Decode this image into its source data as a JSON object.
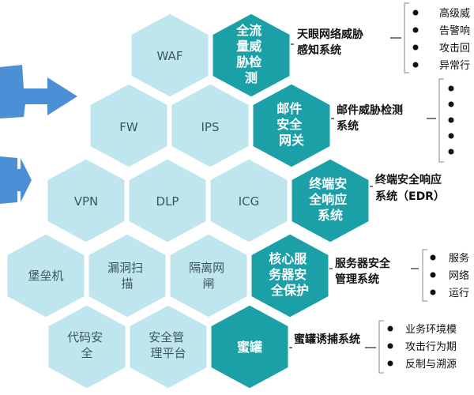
{
  "colors": {
    "hex_light": "#bfe6ef",
    "hex_dark": "#1aa0a6",
    "arrow": "#4b8fd6",
    "text_dark": "#111111"
  },
  "hexes": {
    "waf": "WAF",
    "fw": "FW",
    "ips": "IPS",
    "vpn": "VPN",
    "dlp": "DLP",
    "icg": "ICG",
    "bastion": [
      "堡垒机"
    ],
    "vuln_scan": [
      "漏洞扫",
      "描"
    ],
    "isolation": [
      "隔离网",
      "闸"
    ],
    "code_security": [
      "代码安",
      "全"
    ],
    "sec_mgmt": [
      "安全管",
      "理平台"
    ]
  },
  "dark_hexes": {
    "threat_detection": [
      "全流",
      "量威",
      "胁检",
      "测"
    ],
    "mail_gateway": [
      "邮件",
      "安全",
      "网关"
    ],
    "endpoint_response": [
      "终端安",
      "全响应",
      "系统"
    ],
    "server_protection": [
      "核心服",
      "务器安",
      "全保护"
    ],
    "honeypot": [
      "蜜罐"
    ]
  },
  "systems": {
    "tianyan": {
      "title": [
        "天眼网络威胁",
        "感知系统"
      ],
      "bullets": [
        "高级威",
        "告警响",
        "攻击回",
        "异常行"
      ]
    },
    "mail": {
      "title": [
        "邮件威胁检测",
        "系统"
      ],
      "bullets": [
        "",
        "",
        "",
        "",
        ""
      ]
    },
    "edr": {
      "title": [
        "终端安全响应",
        "系统（EDR）"
      ],
      "bullets": []
    },
    "server": {
      "title": [
        "服务器安全",
        "管理系统"
      ],
      "bullets": [
        "服务",
        "网络",
        "运行"
      ]
    },
    "honeypot": {
      "title": [
        "蜜罐诱捕系统"
      ],
      "bullets": [
        "业务环境模",
        "攻击行为期",
        "反制与溯源"
      ]
    }
  }
}
